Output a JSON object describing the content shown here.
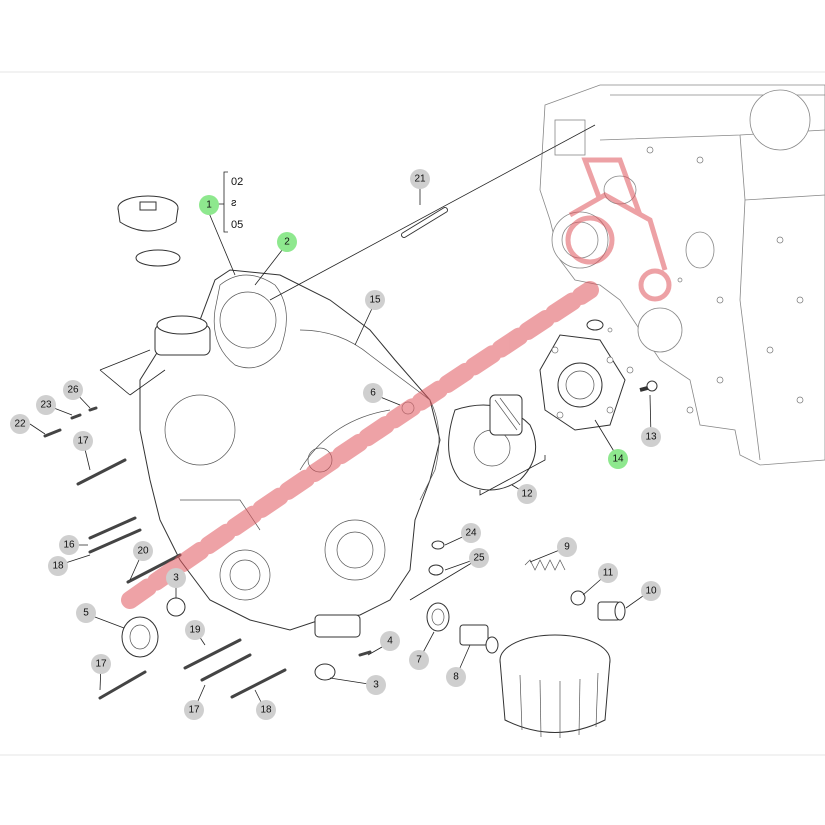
{
  "callouts": [
    {
      "id": "c1",
      "label": "1",
      "highlight": true
    },
    {
      "id": "c2",
      "label": "2",
      "highlight": true
    },
    {
      "id": "c3a",
      "label": "3",
      "highlight": false
    },
    {
      "id": "c3b",
      "label": "3",
      "highlight": false
    },
    {
      "id": "c4",
      "label": "4",
      "highlight": false
    },
    {
      "id": "c5",
      "label": "5",
      "highlight": false
    },
    {
      "id": "c6",
      "label": "6",
      "highlight": false
    },
    {
      "id": "c7",
      "label": "7",
      "highlight": false
    },
    {
      "id": "c8",
      "label": "8",
      "highlight": false
    },
    {
      "id": "c9",
      "label": "9",
      "highlight": false
    },
    {
      "id": "c10",
      "label": "10",
      "highlight": false
    },
    {
      "id": "c11",
      "label": "11",
      "highlight": false
    },
    {
      "id": "c12",
      "label": "12",
      "highlight": false
    },
    {
      "id": "c13",
      "label": "13",
      "highlight": false
    },
    {
      "id": "c14",
      "label": "14",
      "highlight": true
    },
    {
      "id": "c15",
      "label": "15",
      "highlight": false
    },
    {
      "id": "c16",
      "label": "16",
      "highlight": false
    },
    {
      "id": "c17a",
      "label": "17",
      "highlight": false
    },
    {
      "id": "c17b",
      "label": "17",
      "highlight": false
    },
    {
      "id": "c17c",
      "label": "17",
      "highlight": false
    },
    {
      "id": "c18a",
      "label": "18",
      "highlight": false
    },
    {
      "id": "c18b",
      "label": "18",
      "highlight": false
    },
    {
      "id": "c19",
      "label": "19",
      "highlight": false
    },
    {
      "id": "c20",
      "label": "20",
      "highlight": false
    },
    {
      "id": "c21",
      "label": "21",
      "highlight": false
    },
    {
      "id": "c22",
      "label": "22",
      "highlight": false
    },
    {
      "id": "c23",
      "label": "23",
      "highlight": false
    },
    {
      "id": "c24",
      "label": "24",
      "highlight": false
    },
    {
      "id": "c25",
      "label": "25",
      "highlight": false
    },
    {
      "id": "c26",
      "label": "26",
      "highlight": false
    }
  ],
  "brace_labels": [
    "02",
    "ƨ",
    "05"
  ],
  "colors": {
    "highlight_fill": "#8ee88e",
    "normal_fill": "#cfcfcf",
    "watermark": "#e8868a"
  },
  "watermark_icon": "tractor-logo"
}
